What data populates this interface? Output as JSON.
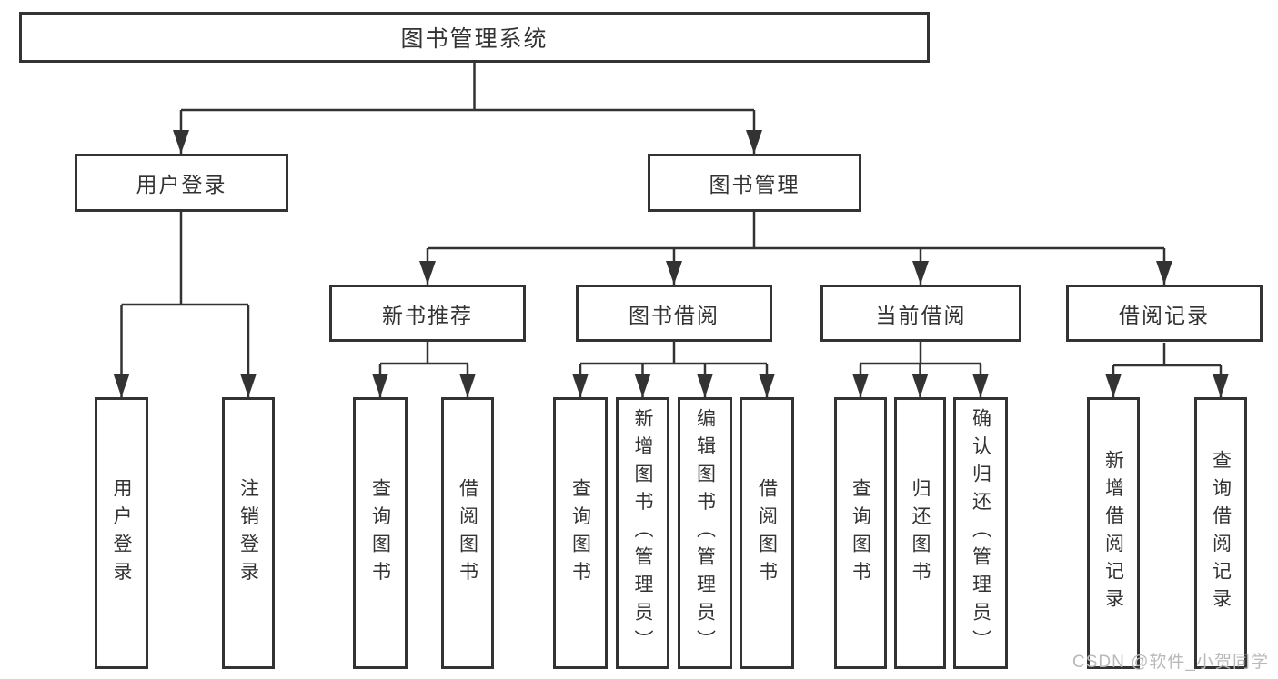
{
  "diagram": {
    "root": {
      "label": "图书管理系统",
      "children": [
        {
          "label": "用户登录",
          "children": [
            {
              "label": "用户登录"
            },
            {
              "label": "注销登录"
            }
          ]
        },
        {
          "label": "图书管理",
          "children": [
            {
              "label": "新书推荐",
              "children": [
                {
                  "label": "查询图书"
                },
                {
                  "label": "借阅图书"
                }
              ]
            },
            {
              "label": "图书借阅",
              "children": [
                {
                  "label": "查询图书"
                },
                {
                  "label": "新增图书（管理员）"
                },
                {
                  "label": "编辑图书（管理员）"
                },
                {
                  "label": "借阅图书"
                }
              ]
            },
            {
              "label": "当前借阅",
              "children": [
                {
                  "label": "查询图书"
                },
                {
                  "label": "归还图书"
                },
                {
                  "label": "确认归还（管理员）"
                }
              ]
            },
            {
              "label": "借阅记录",
              "children": [
                {
                  "label": "新增借阅记录"
                },
                {
                  "label": "查询借阅记录"
                }
              ]
            }
          ]
        }
      ]
    },
    "colors": {
      "line": "#333333",
      "text": "#333333",
      "box_background": "#ffffff"
    }
  },
  "watermark": {
    "text": "CSDN @软件_小贺同学",
    "color": "#b9b9b9"
  }
}
